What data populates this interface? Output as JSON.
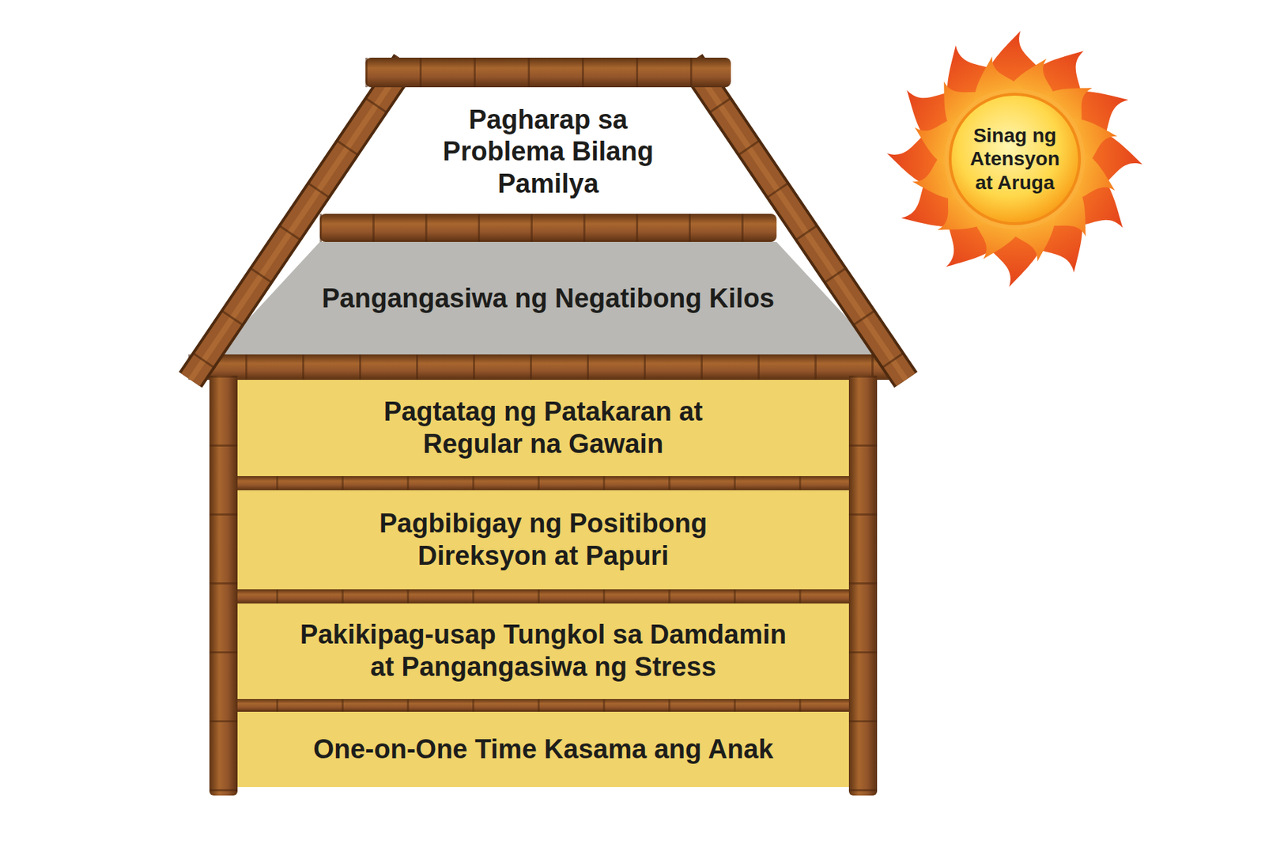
{
  "diagram": {
    "nodes": [
      {
        "text": [
          "Pagharap sa Problema Bilang Pamilya"
        ]
      },
      {
        "text": [
          "Sinag ng Atensyon at Aruga"
        ]
      },
      {
        "text": [
          "Pangangasiwa ng Negatibong Kilos"
        ]
      },
      {
        "text": [
          "Pagtatag ng Patakaran at Regular na Gawain"
        ]
      },
      {
        "text": [
          "Pagbibigay ng Positibong Direksyon at Papuri"
        ]
      },
      {
        "text": [
          "Pakikipag-usap Tungkol sa Damdamin at Pangangasiwa ng Stress"
        ]
      },
      {
        "text": [
          "One-on-One Time Kasama ang Anak"
        ]
      }
    ]
  }
}
